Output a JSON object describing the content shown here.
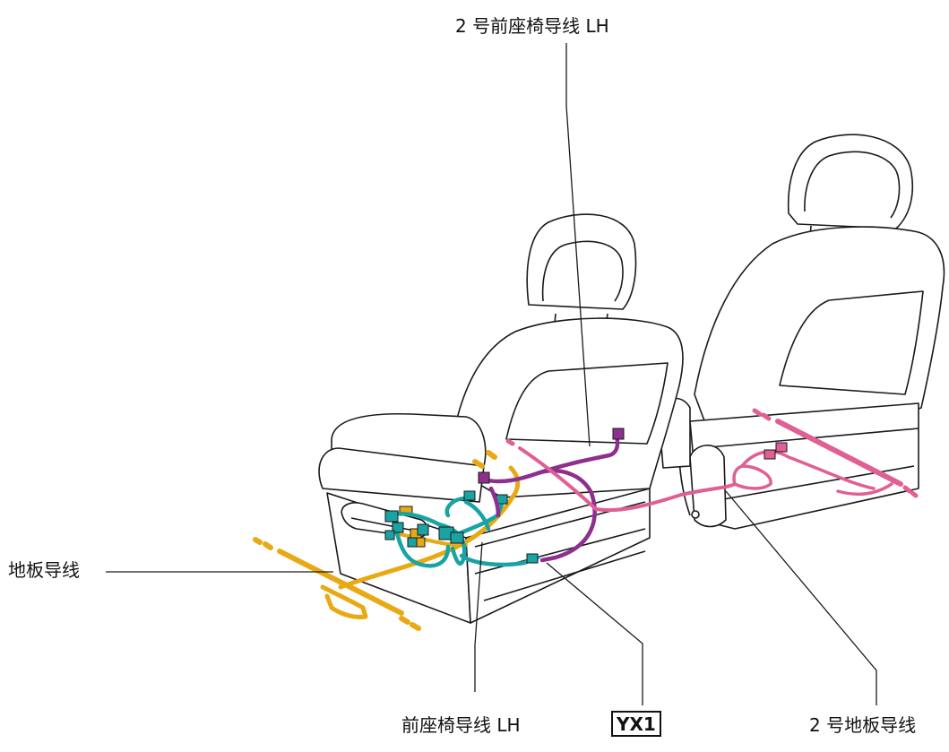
{
  "labels": {
    "front_seat_wire_no2_lh": "2 号前座椅导线 LH",
    "floor_wire": "地板导线",
    "front_seat_wire_lh": "前座椅导线 LH",
    "connector_code": "YX1",
    "floor_wire_no2": "2 号地板导线"
  },
  "colors": {
    "outline": "#1a1a1a",
    "floor_wire": "#e8a914",
    "front_seat_wire": "#1aa3a3",
    "front_seat_wire_no2": "#8e2f8e",
    "floor_wire_no2": "#e05f95"
  }
}
